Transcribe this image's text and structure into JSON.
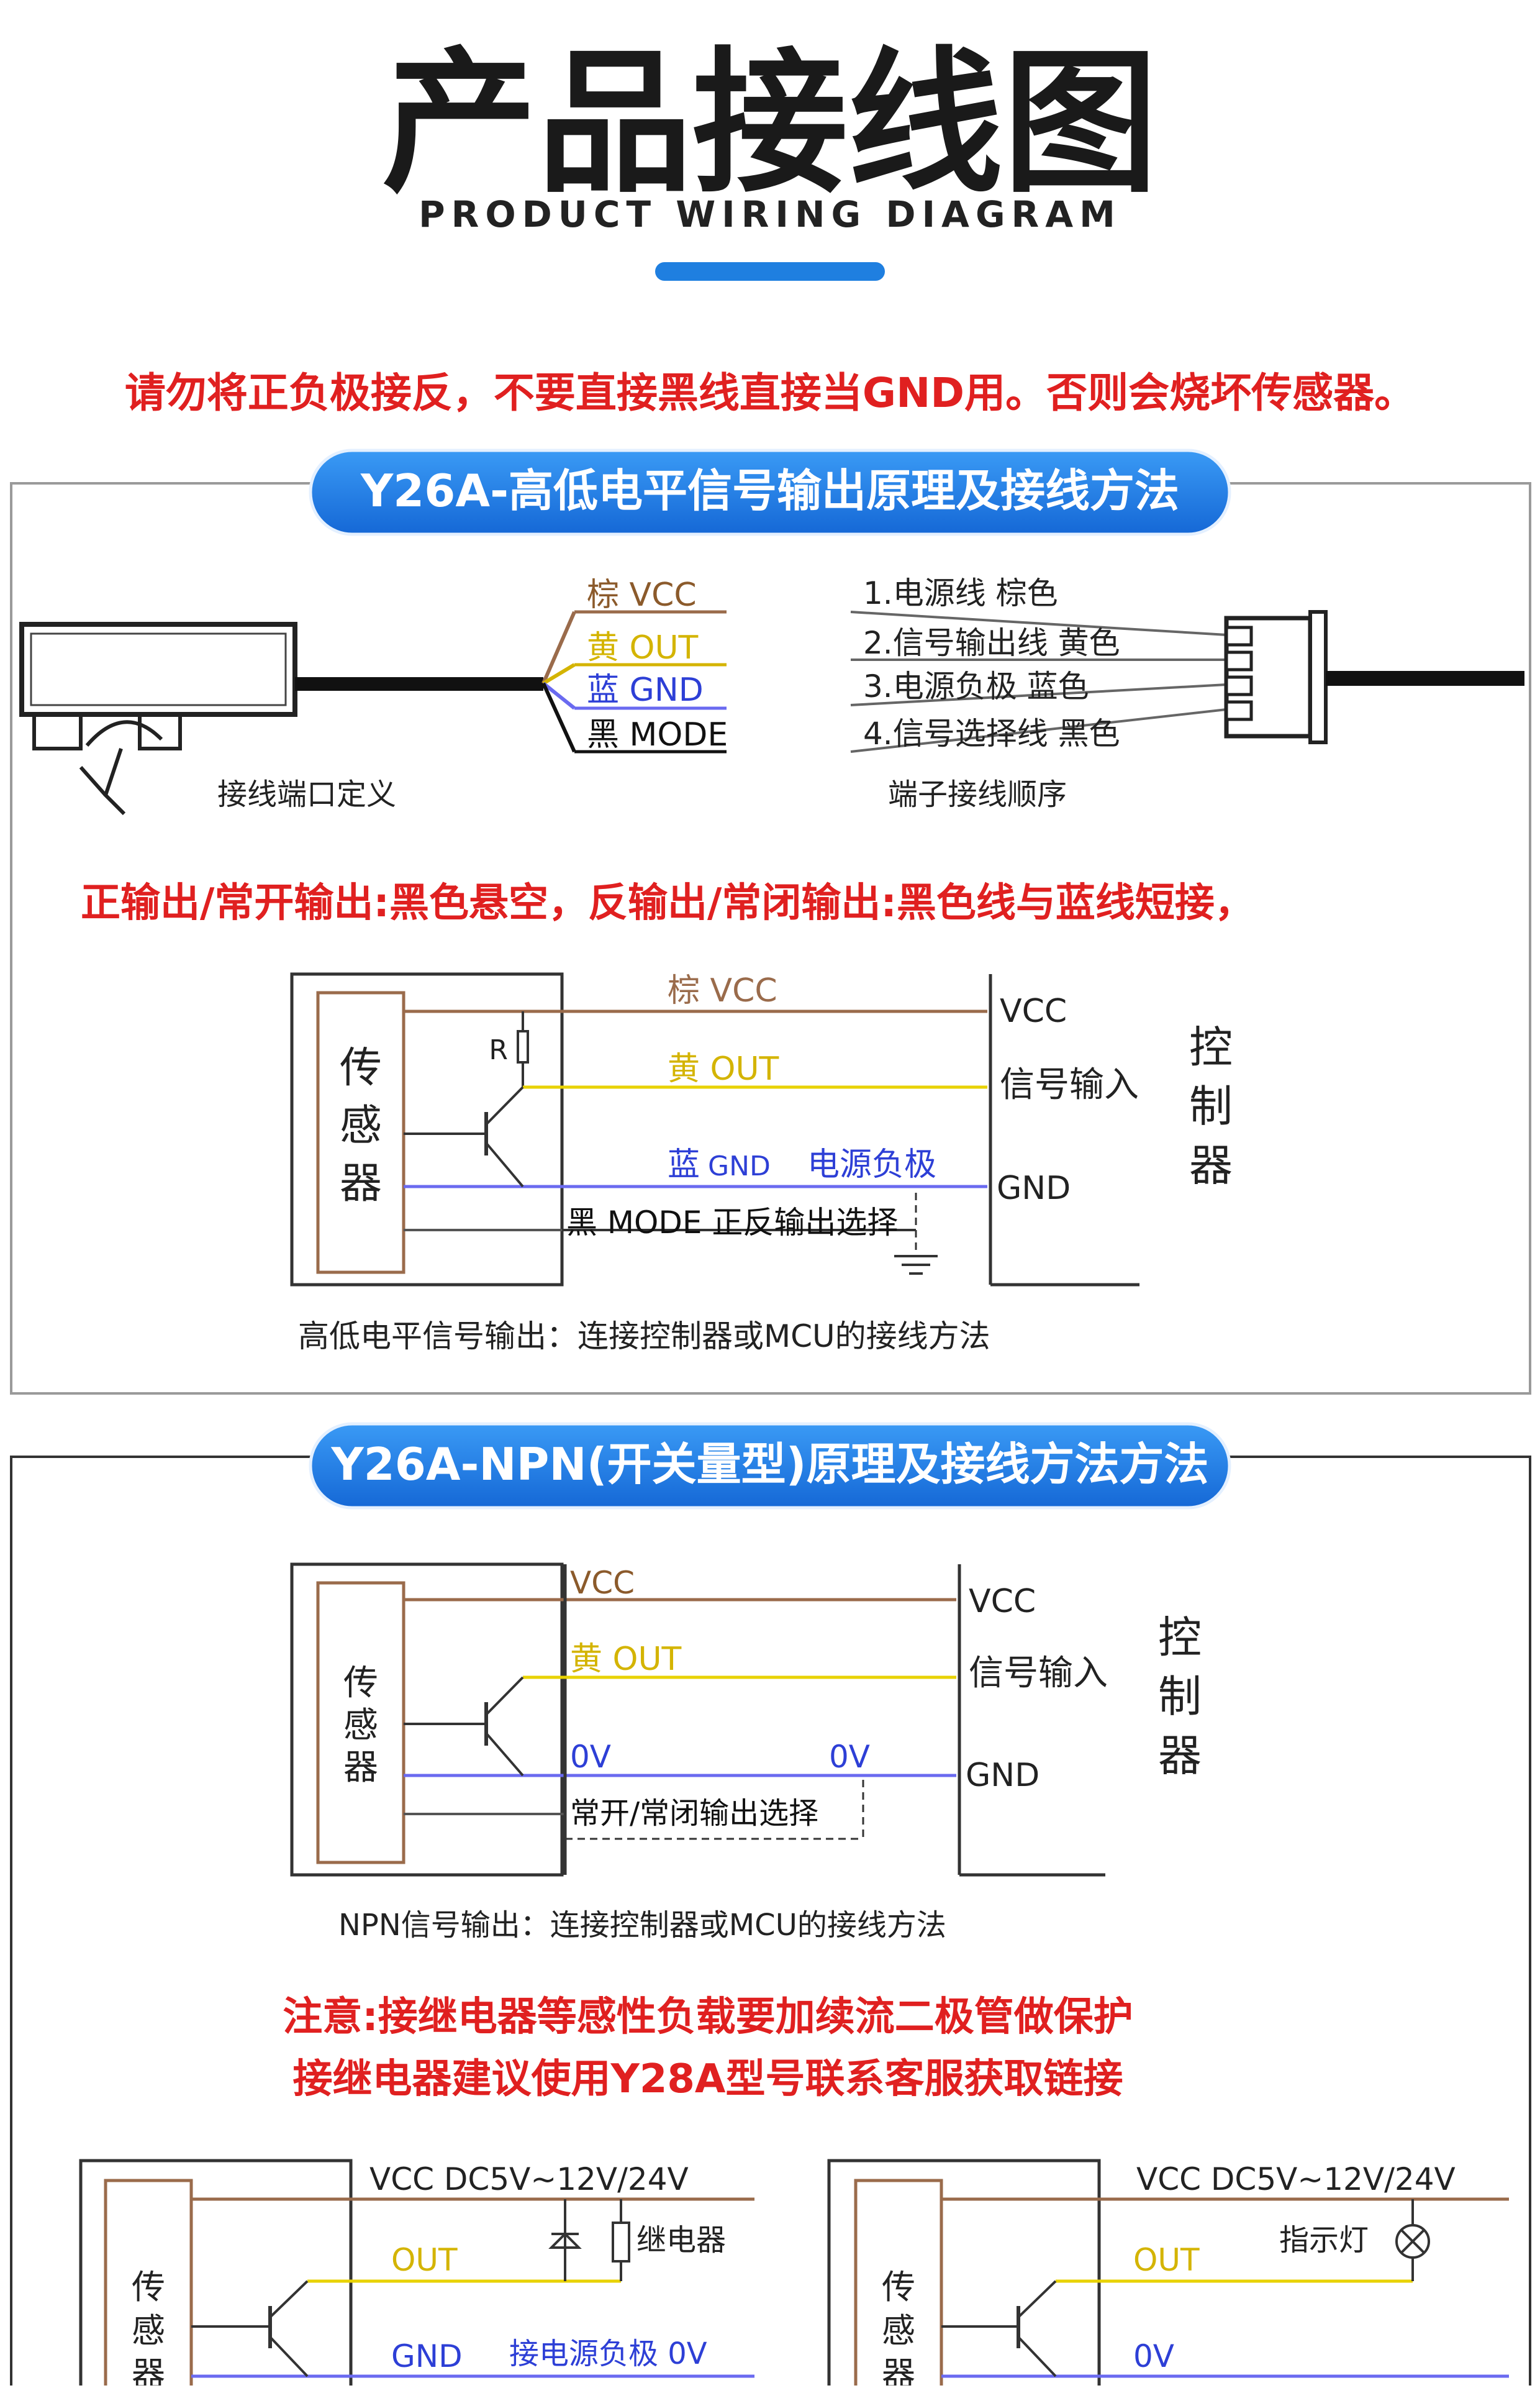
{
  "header": {
    "title": "产品接线图",
    "subtitle": "PRODUCT WIRING DIAGRAM"
  },
  "warning": "请勿将正负极接反，不要直接黑线直接当GND用。否则会烧坏传感器。",
  "section1": {
    "title": "Y26A-高低电平信号输出原理及接线方法",
    "wire_labels": [
      {
        "text": "棕 VCC",
        "color": "#8b5a2b"
      },
      {
        "text": "黄 OUT",
        "color": "#d4b400"
      },
      {
        "text": "蓝 GND",
        "color": "#2d3fd6"
      },
      {
        "text": "黑 MODE",
        "color": "#111111"
      }
    ],
    "port_caption": "接线端口定义",
    "terminal_lines": [
      "1.电源线    棕色",
      "2.信号输出线  黄色",
      "3.电源负极    蓝色",
      "4.信号选择线  黑色"
    ],
    "terminal_caption": "端子接线顺序",
    "note": "正输出/常开输出:黑色悬空，反输出/常闭输出:黑色线与蓝线短接，",
    "circuit": {
      "sensor": [
        "传",
        "感",
        "器"
      ],
      "resistor": "R",
      "vcc_wire": "棕 VCC",
      "out_wire": "黄 OUT",
      "gnd_wire": "蓝",
      "gnd_word": "GND",
      "gnd_label": "电源负极",
      "mode_label": "黑 MODE 正反输出选择",
      "ctrl_vcc": "VCC",
      "ctrl_in": "信号输入",
      "ctrl_gnd": "GND",
      "controller": [
        "控",
        "制",
        "器"
      ]
    },
    "caption": "高低电平信号输出：连接控制器或MCU的接线方法"
  },
  "section2": {
    "title": "Y26A-NPN(开关量型)原理及接线方法方法",
    "circuit": {
      "sensor": [
        "传",
        "感",
        "器"
      ],
      "vcc_wire": "VCC",
      "out_wire": "黄 OUT",
      "zero_v_a": "0V",
      "zero_v_b": "0V",
      "mode_label": "常开/常闭输出选择",
      "ctrl_vcc": "VCC",
      "ctrl_in": "信号输入",
      "ctrl_gnd": "GND",
      "controller": [
        "控",
        "制",
        "器"
      ]
    },
    "caption": "NPN信号输出：连接控制器或MCU的接线方法",
    "note_lines": [
      "注意:接继电器等感性负载要加续流二极管做保护",
      "接继电器建议使用Y28A型号联系客服获取链接"
    ],
    "relay": {
      "sensor": [
        "传",
        "感",
        "器"
      ],
      "vcc": "VCC DC5V~12V/24V",
      "device": "继电器",
      "out": "OUT",
      "gnd": "GND",
      "gnd_label": "接电源负极 0V"
    },
    "lamp": {
      "sensor": [
        "传",
        "感",
        "器"
      ],
      "vcc": "VCC DC5V~12V/24V",
      "device": "指示灯",
      "out": "OUT",
      "gnd": "0V"
    }
  },
  "colors": {
    "warning_red": "#e02020",
    "pill_blue": "#1f7fe0",
    "brown": "#9a6b4b",
    "yellow": "#e8d200",
    "blue_wire": "#6a6af0",
    "dark": "#1a1a1a"
  }
}
